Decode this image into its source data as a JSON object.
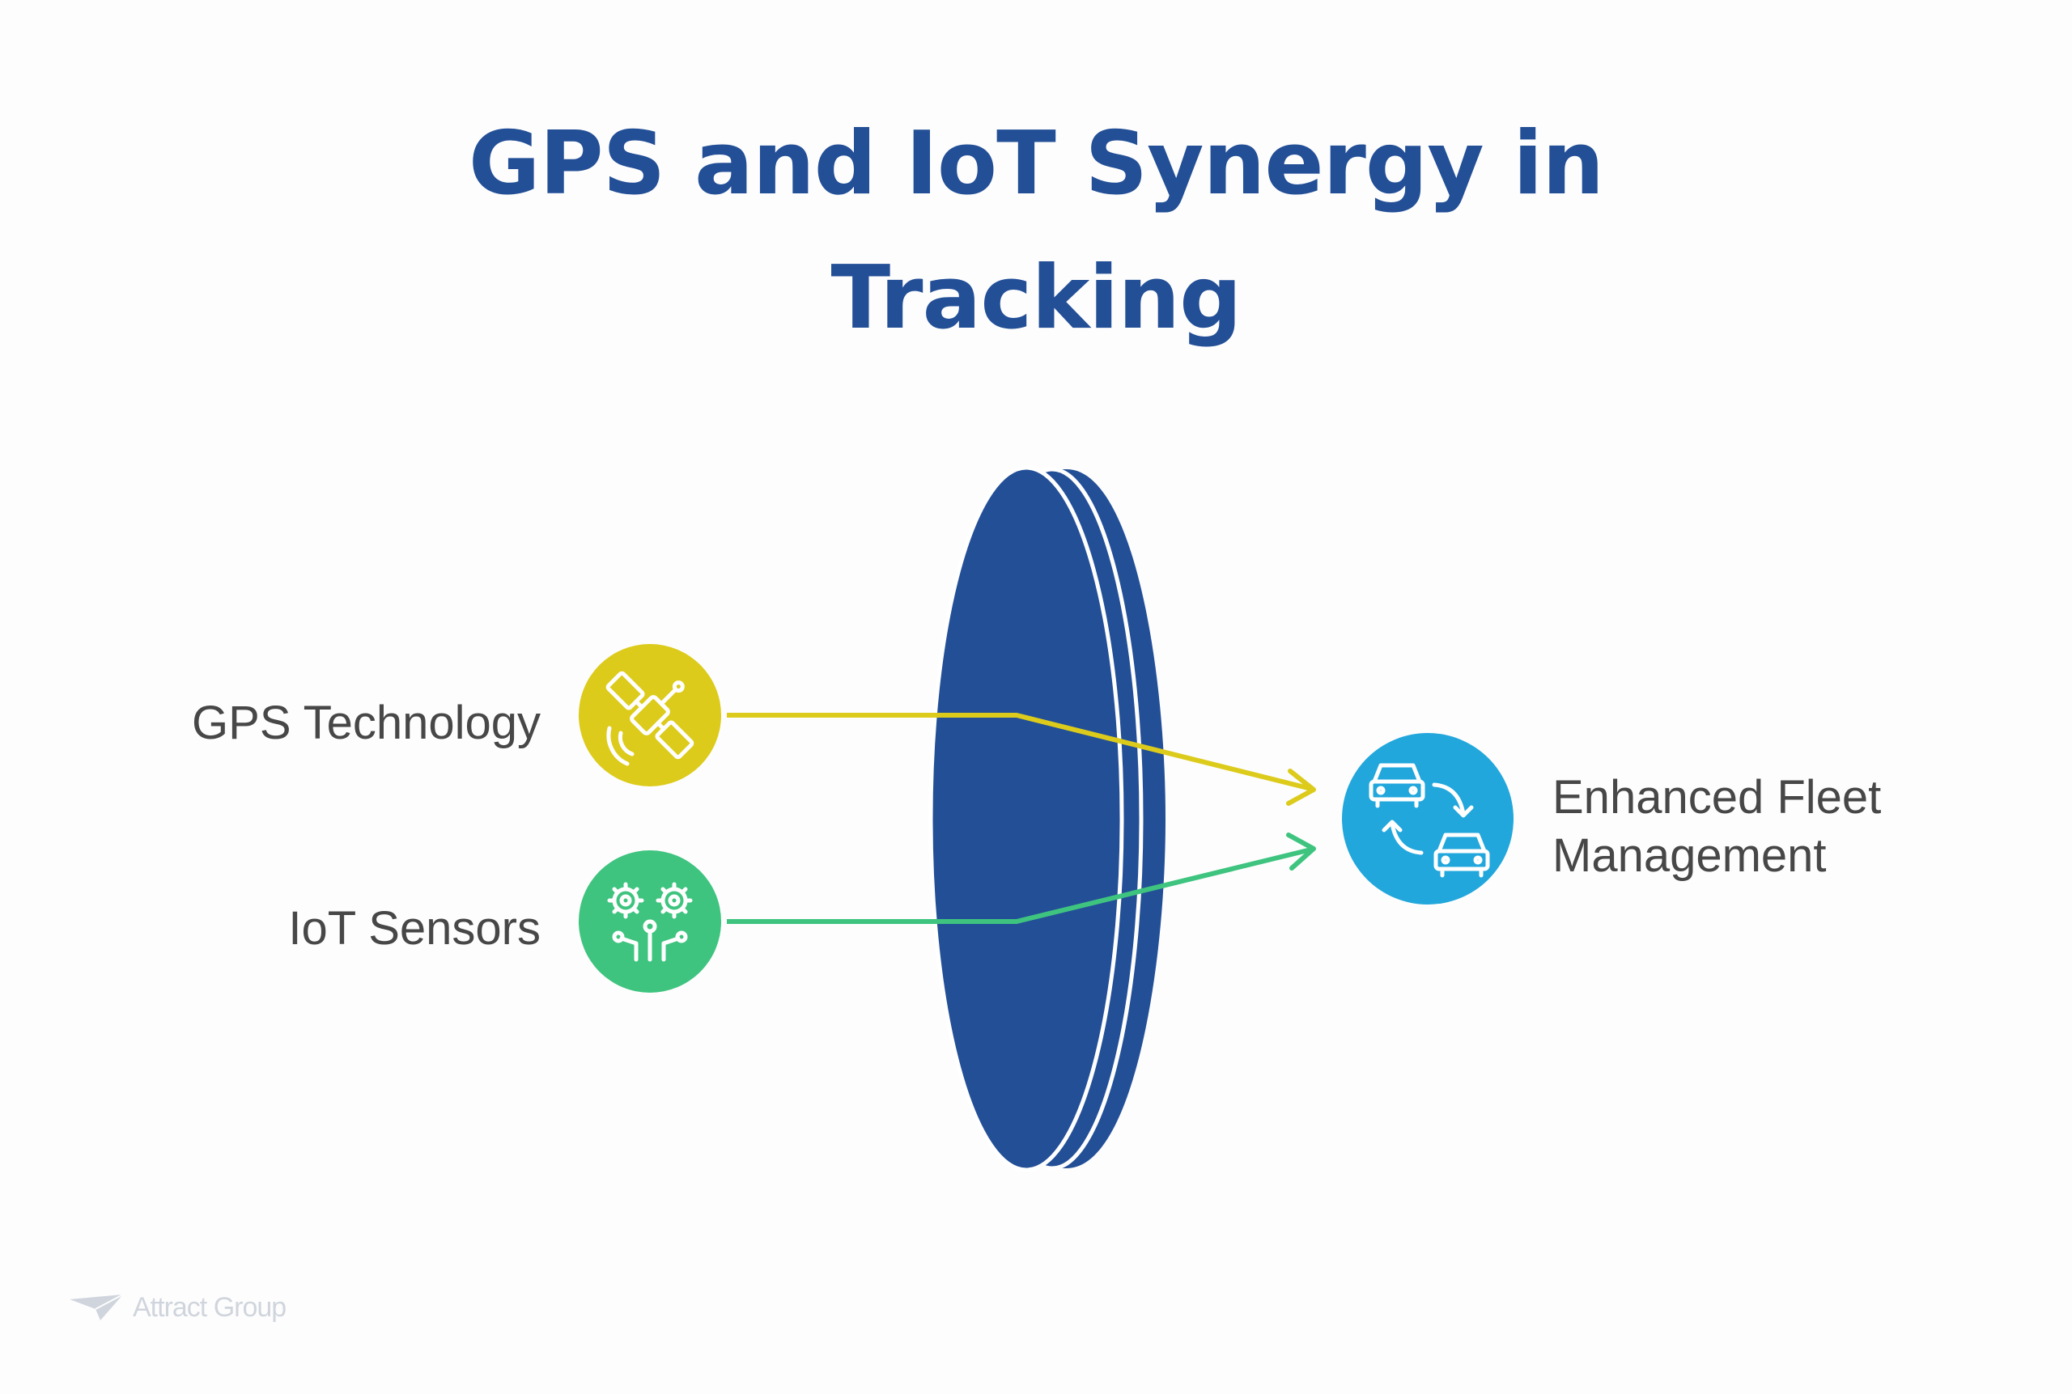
{
  "title": {
    "line1": "GPS and IoT Synergy in",
    "line2": "Tracking"
  },
  "inputs": [
    {
      "label": "GPS Technology",
      "icon": "satellite-icon",
      "color": "#dccb1a"
    },
    {
      "label": "IoT Sensors",
      "icon": "sensors-icon",
      "color": "#3ec47f"
    }
  ],
  "output": {
    "label_line1": "Enhanced Fleet",
    "label_line2": "Management",
    "icon": "fleet-exchange-icon",
    "color": "#22a7dc"
  },
  "lens": {
    "color": "#234f97"
  },
  "watermark": {
    "text": "Attract Group"
  }
}
